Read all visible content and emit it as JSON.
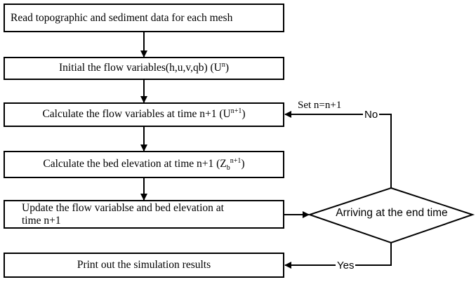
{
  "steps": [
    {
      "text": "Read topographic and sediment data for each mesh"
    },
    {
      "text": "Initial the flow variables(h,u,v,qb) (U",
      "sup": "n",
      "tail": ")"
    },
    {
      "text": "Calculate the flow variables at time n+1 (U",
      "sup": "n+1",
      "tail": ")"
    },
    {
      "text": "Calculate the bed elevation at time n+1 (Z",
      "sub": "b",
      "sup": "n+1",
      "tail": ")"
    },
    {
      "line1": "Update the flow variablse and bed elevation at",
      "line2": "time n+1"
    },
    {
      "text": "Print out the simulation results"
    }
  ],
  "decision": {
    "text": "Arriving at the end time"
  },
  "labels": {
    "set_n": "Set n=n+1",
    "no": "No",
    "yes": "Yes"
  }
}
